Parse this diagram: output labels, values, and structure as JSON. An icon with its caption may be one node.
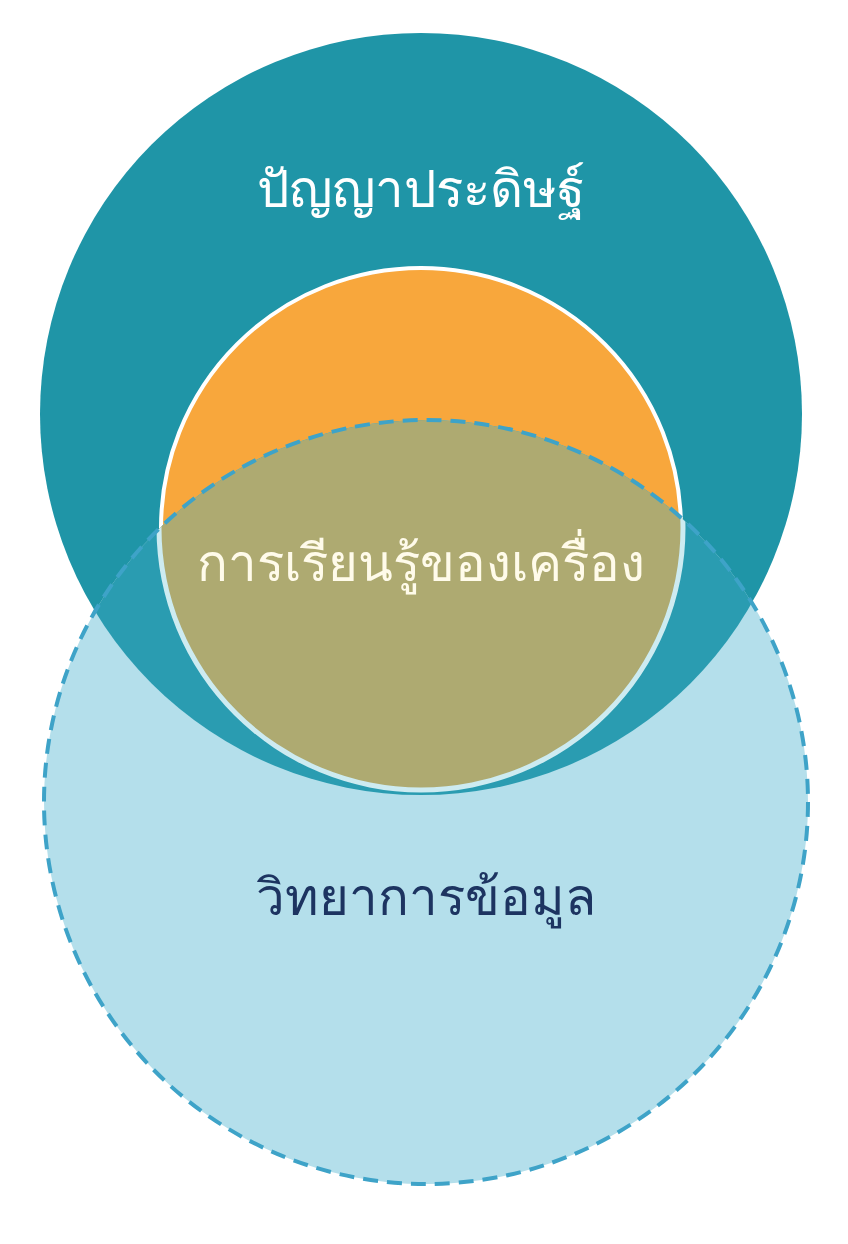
{
  "diagram": {
    "nodes": [
      {
        "text": [
          "ปัญญาประดิษฐ์"
        ]
      },
      {
        "text": [
          "การเรียนรู้ของเครื่อง"
        ],
        "in": 0
      },
      {
        "text": [
          "วิทยาการข้อมูล"
        ]
      }
    ]
  }
}
